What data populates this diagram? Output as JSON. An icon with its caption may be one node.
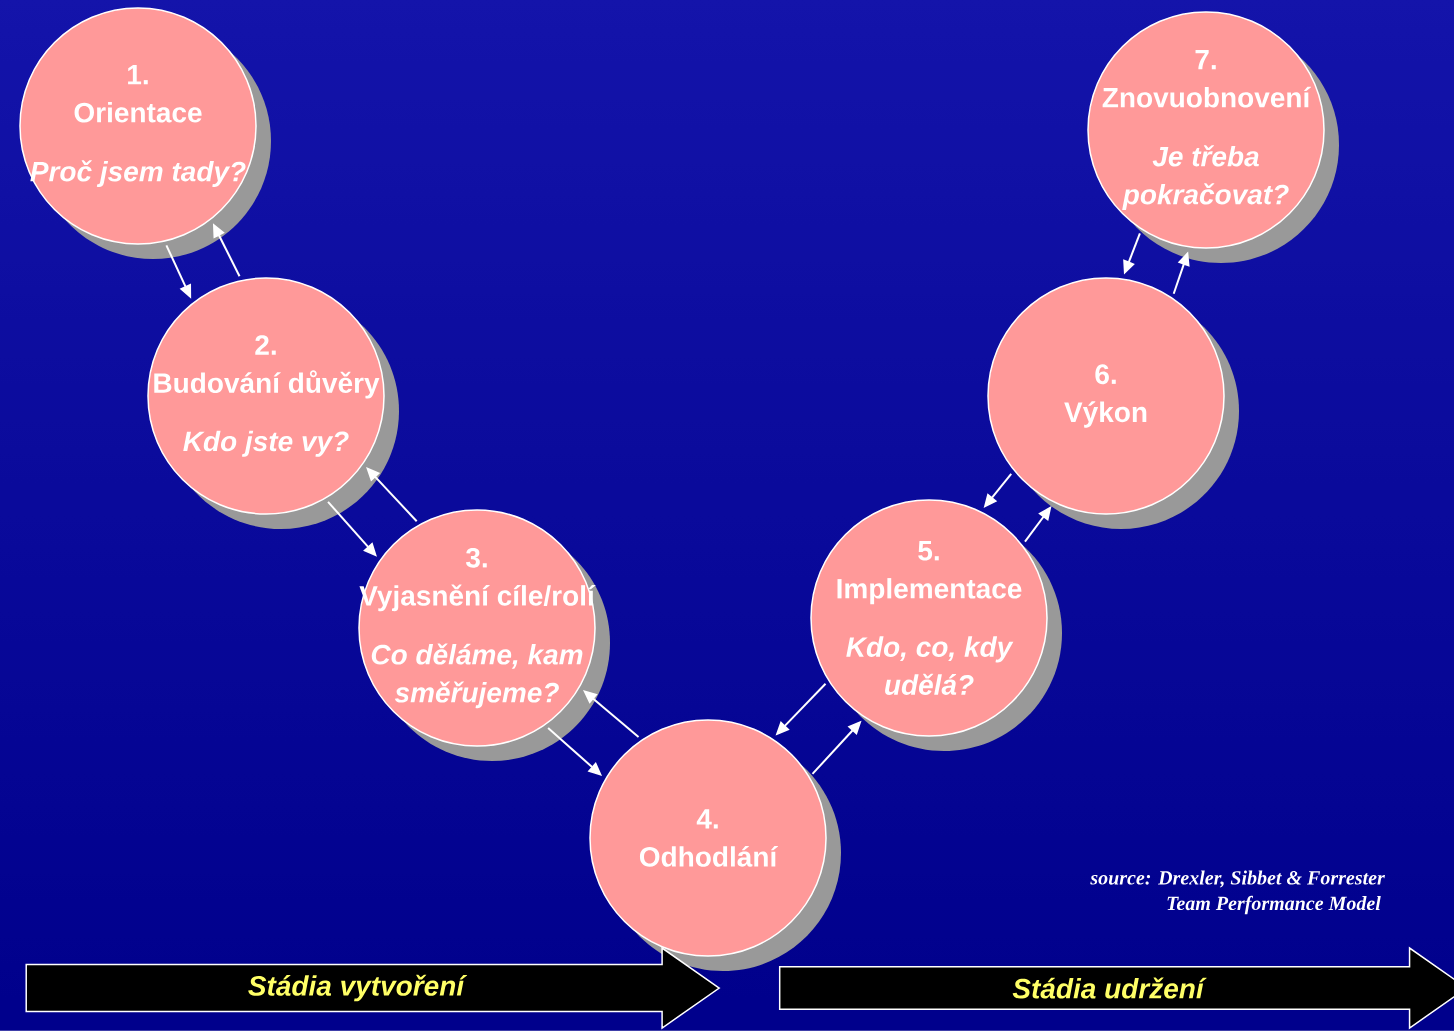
{
  "diagram": {
    "nodes": [
      {
        "text": [
          "1.",
          "Orientace",
          "Proč jsem tady?"
        ]
      },
      {
        "text": [
          "2.",
          "Budování důvěry",
          "Kdo jste vy?"
        ]
      },
      {
        "text": [
          "3.",
          "Vyjasnění cíle/rolí",
          "Co děláme, kam směřujeme?"
        ]
      },
      {
        "text": [
          "4.",
          "Odhodlání"
        ]
      },
      {
        "text": [
          "5.",
          "Implementace",
          "Kdo, co, kdy udělá?"
        ]
      },
      {
        "text": [
          "6.",
          "Výkon"
        ]
      },
      {
        "text": [
          "7.",
          "Znovuobnovení",
          "Je třeba pokračovat?"
        ]
      },
      {
        "text": [
          "Stádia vytvoření"
        ]
      },
      {
        "text": [
          "Stádia udržení"
        ]
      }
    ],
    "edges": [
      {
        "from": 0,
        "to": 1,
        "arrow": "to"
      },
      {
        "from": 1,
        "to": 0,
        "arrow": "to"
      },
      {
        "from": 1,
        "to": 2,
        "arrow": "to"
      },
      {
        "from": 2,
        "to": 1,
        "arrow": "to"
      },
      {
        "from": 2,
        "to": 3,
        "arrow": "to"
      },
      {
        "from": 3,
        "to": 2,
        "arrow": "to"
      },
      {
        "from": 3,
        "to": 4,
        "arrow": "to"
      },
      {
        "from": 4,
        "to": 3,
        "arrow": "to"
      },
      {
        "from": 4,
        "to": 5,
        "arrow": "to"
      },
      {
        "from": 5,
        "to": 4,
        "arrow": "to"
      },
      {
        "from": 5,
        "to": 6,
        "arrow": "to"
      },
      {
        "from": 6,
        "to": 5,
        "arrow": "to"
      }
    ],
    "labels": [
      "source:   Drexler, Sibbet & Forrester",
      "Team Performance Model"
    ]
  }
}
